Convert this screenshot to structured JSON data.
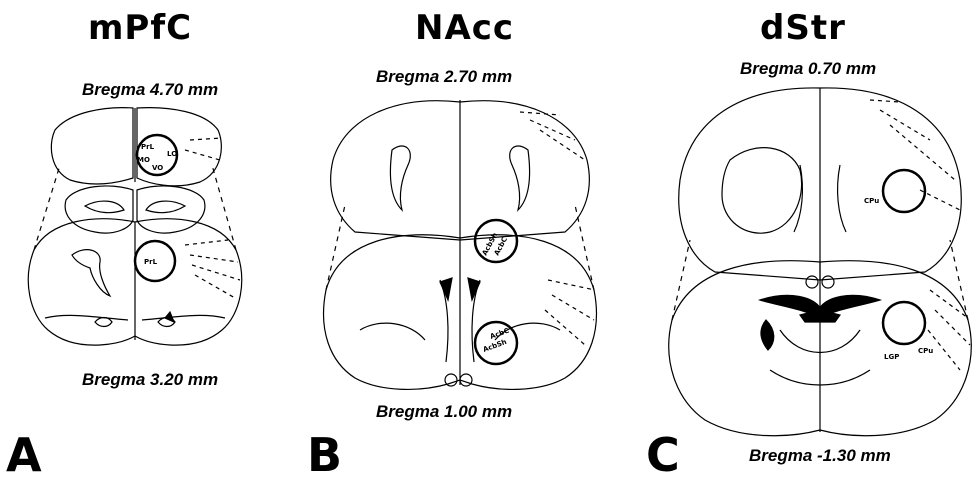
{
  "panels": [
    {
      "letter": "A",
      "title": "mPfC",
      "bregma_top": "Bregma 4.70 mm",
      "bregma_bottom": "Bregma 3.20 mm",
      "region_labels": [
        "PrL",
        "MO",
        "LO",
        "VO",
        "PrL"
      ]
    },
    {
      "letter": "B",
      "title": "NAcc",
      "bregma_top": "Bregma 2.70 mm",
      "bregma_bottom": "Bregma 1.00 mm",
      "region_labels": [
        "AcbSh",
        "AcbC",
        "AcbC",
        "AcbSh"
      ]
    },
    {
      "letter": "C",
      "title": "dStr",
      "bregma_top": "Bregma 0.70 mm",
      "bregma_bottom": "Bregma -1.30 mm",
      "region_labels": [
        "CPu",
        "LGP",
        "CPu"
      ]
    }
  ]
}
